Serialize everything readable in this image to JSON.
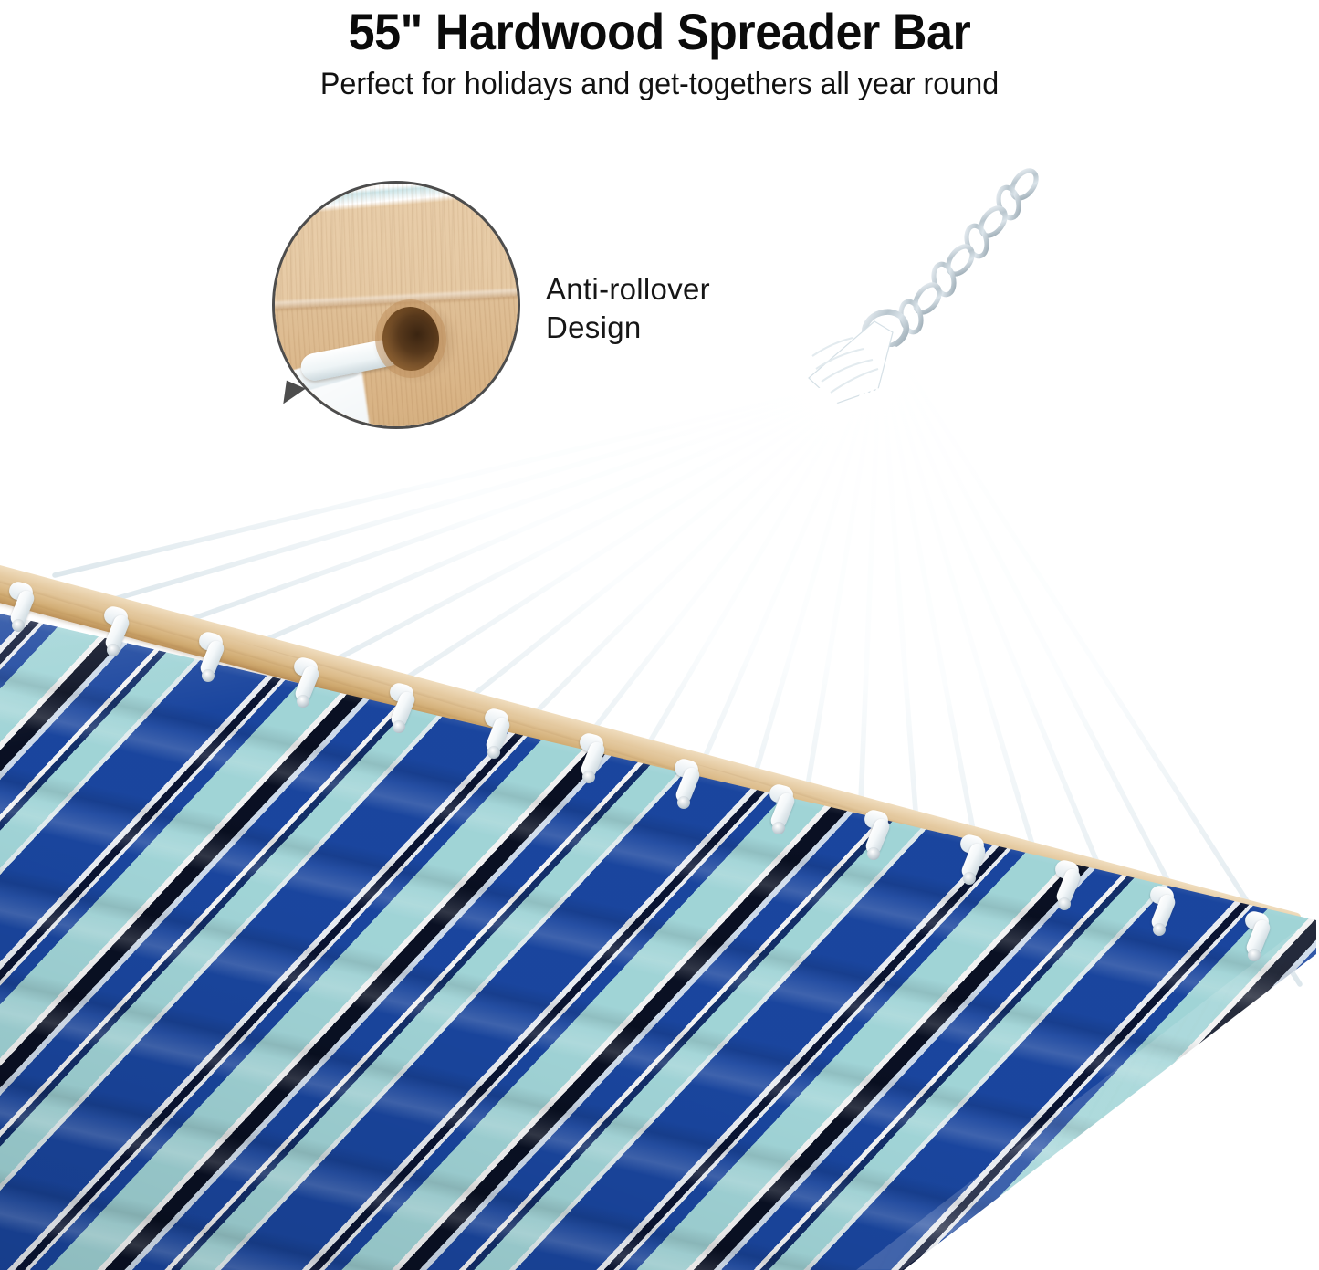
{
  "header": {
    "title": "55\" Hardwood Spreader Bar",
    "subtitle": "Perfect for holidays and get-togethers all year round"
  },
  "callout": {
    "label_line1": "Anti-rollover",
    "label_line2": "Design",
    "label_full": "Anti-rollover Design",
    "zoom_subject": "spreader-bar-rope-hole-closeup",
    "ring_color": "#4d4d4d",
    "wood_color": "#ddbd8c",
    "rope_color": "#ffffff"
  },
  "product": {
    "name": "Quilted Fabric Hammock with Hardwood Spreader Bar",
    "spreader_bar": {
      "icon": "wood-bar",
      "material": "hardwood",
      "length_label": "55\"",
      "color": "#ddbd8c"
    },
    "hanging_chain": {
      "icon": "chain-link",
      "material": "galvanized steel",
      "color": "#b8c4cc",
      "link_count": 9
    },
    "suspension_ring": {
      "icon": "o-ring",
      "color": "#c2ccd4"
    },
    "rope_fan": {
      "icon": "rope-fan",
      "color": "#ffffff",
      "strand_count": 20
    },
    "fabric": {
      "icon": "striped-quilt",
      "pattern": "diagonal stripes",
      "stripe_colors": [
        "#1b49a6",
        "#a9dfe2",
        "#0a1125",
        "#ffffff",
        "#13306e"
      ],
      "rope_loop_count": 14,
      "grommet_color": "#c3ced5"
    }
  },
  "palette": {
    "background": "#ffffff",
    "text": "#0b0b0b",
    "royal_blue": "#1b49a6",
    "aqua": "#a9dfe2",
    "navy_black": "#0a1125",
    "white_stripe": "#ffffff",
    "wood_light": "#e6cda6",
    "wood_dark": "#bc9159",
    "steel": "#b8c4cc"
  }
}
